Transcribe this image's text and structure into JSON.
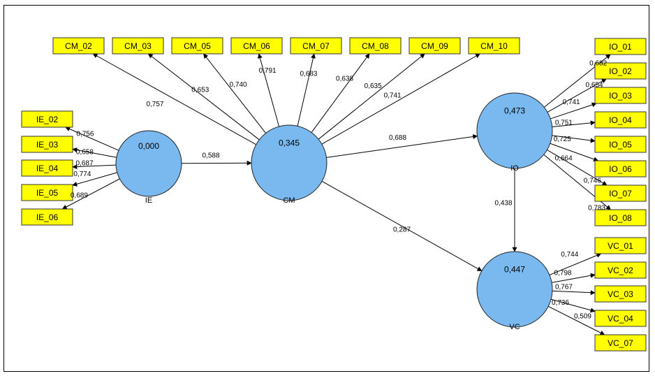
{
  "colors": {
    "indicator_fill": "#ffff00",
    "construct_fill": "#7ab8f0",
    "line": "#000000"
  },
  "constructs": [
    {
      "id": "IE",
      "name": "IE",
      "value": "0,000"
    },
    {
      "id": "CM",
      "name": "CM",
      "value": "0,345"
    },
    {
      "id": "IO",
      "name": "IO",
      "value": "0,473"
    },
    {
      "id": "VC",
      "name": "VC",
      "value": "0,447"
    }
  ],
  "indicators": [
    {
      "id": "CM_02",
      "label": "CM_02"
    },
    {
      "id": "CM_03",
      "label": "CM_03"
    },
    {
      "id": "CM_05",
      "label": "CM_05"
    },
    {
      "id": "CM_06",
      "label": "CM_06"
    },
    {
      "id": "CM_07",
      "label": "CM_07"
    },
    {
      "id": "CM_08",
      "label": "CM_08"
    },
    {
      "id": "CM_09",
      "label": "CM_09"
    },
    {
      "id": "CM_10",
      "label": "CM_10"
    },
    {
      "id": "IE_02",
      "label": "IE_02"
    },
    {
      "id": "IE_03",
      "label": "IE_03"
    },
    {
      "id": "IE_04",
      "label": "IE_04"
    },
    {
      "id": "IE_05",
      "label": "IE_05"
    },
    {
      "id": "IE_06",
      "label": "IE_06"
    },
    {
      "id": "IO_01",
      "label": "IO_01"
    },
    {
      "id": "IO_02",
      "label": "IO_02"
    },
    {
      "id": "IO_03",
      "label": "IO_03"
    },
    {
      "id": "IO_04",
      "label": "IO_04"
    },
    {
      "id": "IO_05",
      "label": "IO_05"
    },
    {
      "id": "IO_06",
      "label": "IO_06"
    },
    {
      "id": "IO_07",
      "label": "IO_07"
    },
    {
      "id": "IO_08",
      "label": "IO_08"
    },
    {
      "id": "VC_01",
      "label": "VC_01"
    },
    {
      "id": "VC_02",
      "label": "VC_02"
    },
    {
      "id": "VC_03",
      "label": "VC_03"
    },
    {
      "id": "VC_04",
      "label": "VC_04"
    },
    {
      "id": "VC_07",
      "label": "VC_07"
    }
  ],
  "loadings": [
    {
      "from": "CM",
      "to": "CM_02",
      "value": "0,757"
    },
    {
      "from": "CM",
      "to": "CM_03",
      "value": "0,653"
    },
    {
      "from": "CM",
      "to": "CM_05",
      "value": "0,740"
    },
    {
      "from": "CM",
      "to": "CM_06",
      "value": "0,791"
    },
    {
      "from": "CM",
      "to": "CM_07",
      "value": "0,683"
    },
    {
      "from": "CM",
      "to": "CM_08",
      "value": "0,638"
    },
    {
      "from": "CM",
      "to": "CM_09",
      "value": "0,635"
    },
    {
      "from": "CM",
      "to": "CM_10",
      "value": "0,741"
    },
    {
      "from": "IE",
      "to": "IE_02",
      "value": "0,756"
    },
    {
      "from": "IE",
      "to": "IE_03",
      "value": "0,658"
    },
    {
      "from": "IE",
      "to": "IE_04",
      "value": "0,687"
    },
    {
      "from": "IE",
      "to": "IE_05",
      "value": "0,774"
    },
    {
      "from": "IE",
      "to": "IE_06",
      "value": "0,689"
    },
    {
      "from": "IO",
      "to": "IO_01",
      "value": "0,682"
    },
    {
      "from": "IO",
      "to": "IO_02",
      "value": "0,654"
    },
    {
      "from": "IO",
      "to": "IO_03",
      "value": "0,741"
    },
    {
      "from": "IO",
      "to": "IO_04",
      "value": "0,751"
    },
    {
      "from": "IO",
      "to": "IO_05",
      "value": "0,725"
    },
    {
      "from": "IO",
      "to": "IO_06",
      "value": "0,664"
    },
    {
      "from": "IO",
      "to": "IO_07",
      "value": "0,746"
    },
    {
      "from": "IO",
      "to": "IO_08",
      "value": "0,783"
    },
    {
      "from": "VC",
      "to": "VC_01",
      "value": "0,744"
    },
    {
      "from": "VC",
      "to": "VC_02",
      "value": "0,798"
    },
    {
      "from": "VC",
      "to": "VC_03",
      "value": "0,767"
    },
    {
      "from": "VC",
      "to": "VC_04",
      "value": "0,736"
    },
    {
      "from": "VC",
      "to": "VC_07",
      "value": "0,509"
    }
  ],
  "paths": [
    {
      "from": "IE",
      "to": "CM",
      "value": "0,588"
    },
    {
      "from": "CM",
      "to": "IO",
      "value": "0,688"
    },
    {
      "from": "CM",
      "to": "VC",
      "value": "0,287"
    },
    {
      "from": "IO",
      "to": "VC",
      "value": "0,438"
    }
  ]
}
